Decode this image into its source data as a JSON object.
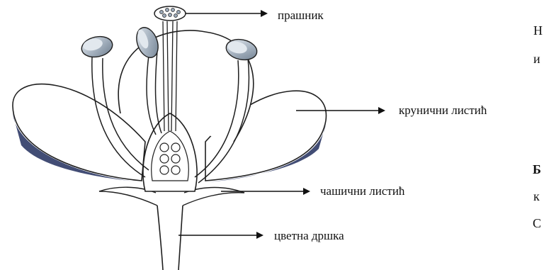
{
  "labels": {
    "anther": "прашник",
    "petal": "крунични листић",
    "sepal": "чашични листић",
    "stalk": "цветна дршка"
  },
  "edge_text": {
    "line1": "Н",
    "line2": "и",
    "line3": "Б",
    "line4": "к",
    "line5": "С"
  },
  "colors": {
    "outline": "#1f1f1f",
    "petal_shadow": "#2d3a66",
    "anther_fill": "#9aa8b8",
    "anther_light": "#d8dee6"
  }
}
